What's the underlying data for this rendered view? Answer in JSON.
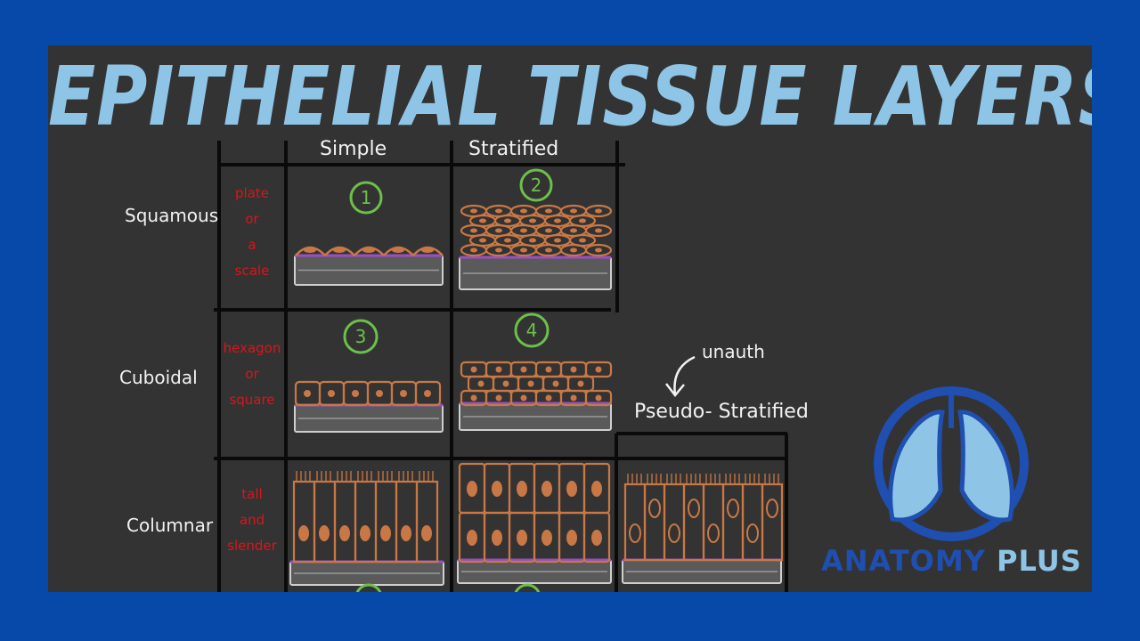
{
  "title": "EPITHELIAL TISSUE LAYERS",
  "columns": [
    "Simple",
    "Stratified"
  ],
  "rows": [
    {
      "label": "Squamous",
      "shape": "plate\nor\na\nscale"
    },
    {
      "label": "Cuboidal",
      "shape": "hexagon\nor\nsquare"
    },
    {
      "label": "Columnar",
      "shape": "tall\nand\nslender"
    }
  ],
  "numbers": [
    "1",
    "2",
    "3",
    "4"
  ],
  "pseudo_label": "Pseudo- Stratified",
  "pseudo_note": "unauth",
  "brand": {
    "word1": "ANATOMY",
    "word2": "PLUS",
    "color1": "#1f4fb0",
    "color2": "#8ec5e6"
  },
  "colors": {
    "cell": "#c97845",
    "nucleus": "#c97845",
    "membrane": "#9b4fc0",
    "number": "#6cc04a",
    "shape_text": "#d8161b"
  }
}
